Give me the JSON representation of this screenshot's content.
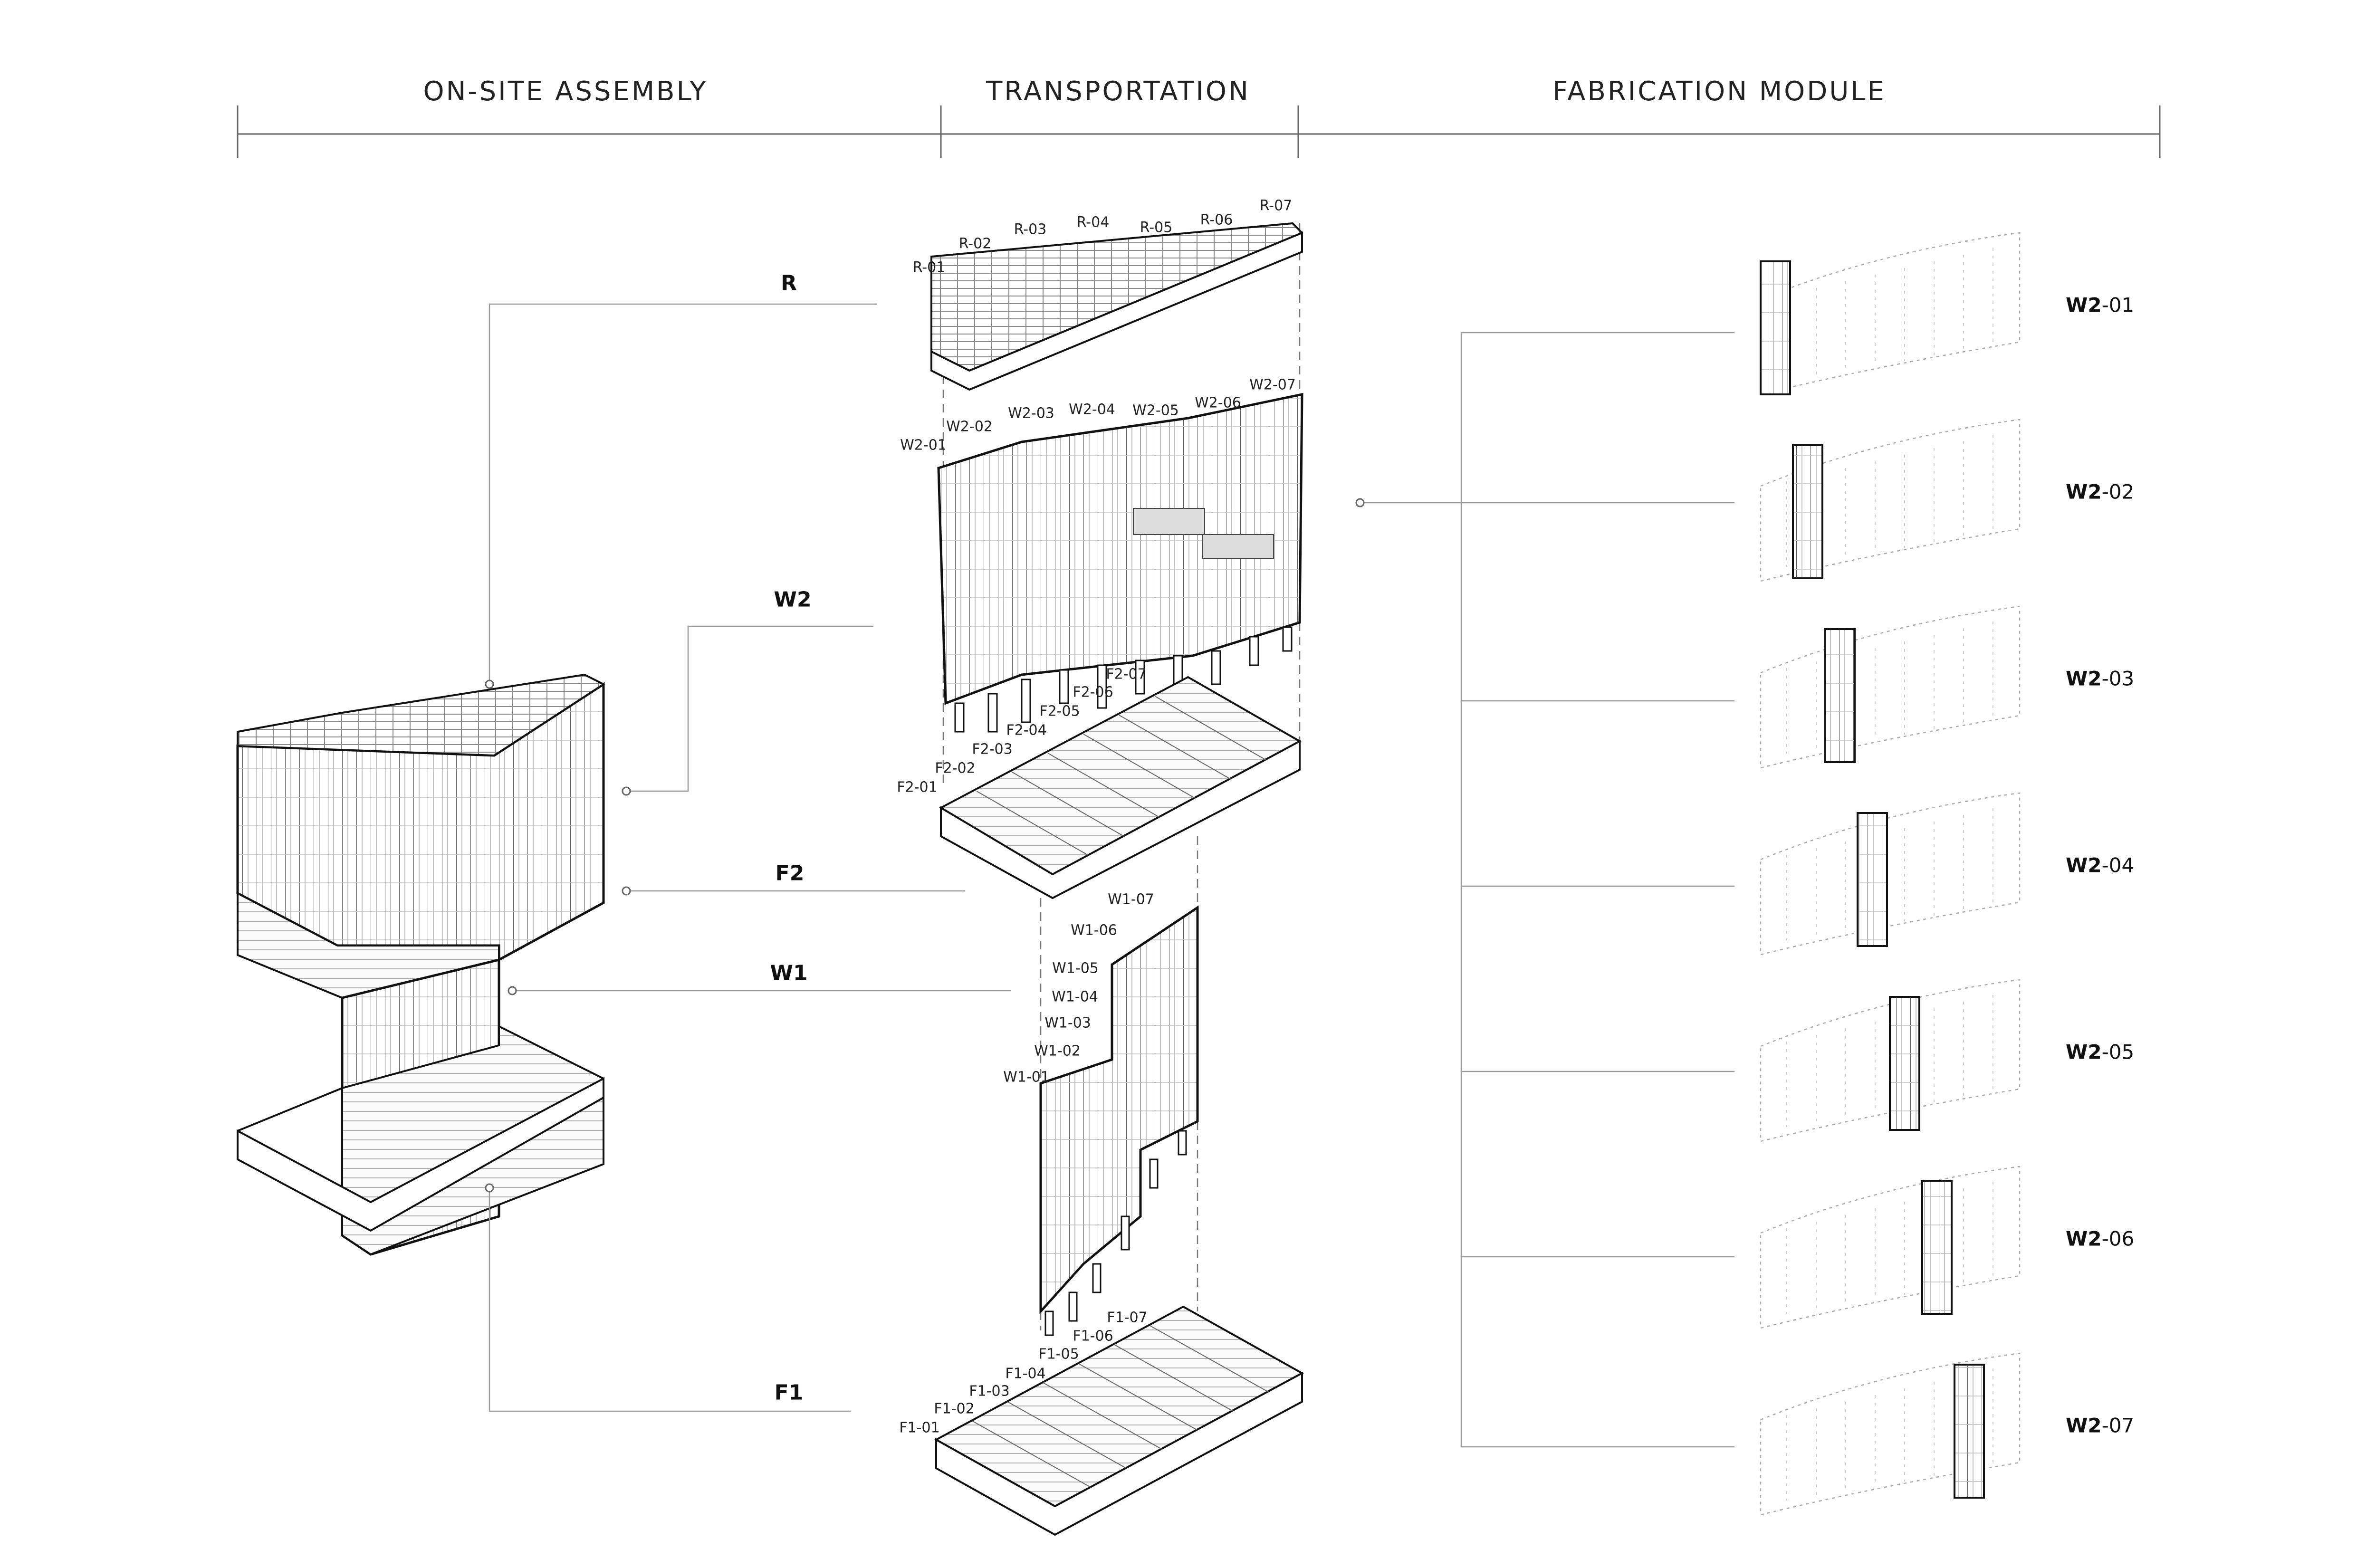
{
  "headers": {
    "on_site_assembly": "ON-SITE ASSEMBLY",
    "transportation": "TRANSPORTATION",
    "fabrication_module": "FABRICATION MODULE"
  },
  "levels": {
    "r": "R",
    "w2": "W2",
    "f2": "F2",
    "w1": "W1",
    "f1": "F1"
  },
  "roof_modules": [
    "R-01",
    "R-02",
    "R-03",
    "R-04",
    "R-05",
    "R-06",
    "R-07"
  ],
  "w2_modules": [
    "W2-01",
    "W2-02",
    "W2-03",
    "W2-04",
    "W2-05",
    "W2-06",
    "W2-07"
  ],
  "f2_modules": [
    "F2-01",
    "F2-02",
    "F2-03",
    "F2-04",
    "F2-05",
    "F2-06",
    "F2-07"
  ],
  "w1_modules": [
    "W1-01",
    "W1-02",
    "W1-03",
    "W1-04",
    "W1-05",
    "W1-06",
    "W1-07"
  ],
  "f1_modules": [
    "F1-01",
    "F1-02",
    "F1-03",
    "F1-04",
    "F1-05",
    "F1-06",
    "F1-07"
  ],
  "fabrication": {
    "prefix": "W2",
    "items": [
      "-01",
      "-02",
      "-03",
      "-04",
      "-05",
      "-06",
      "-07"
    ]
  }
}
